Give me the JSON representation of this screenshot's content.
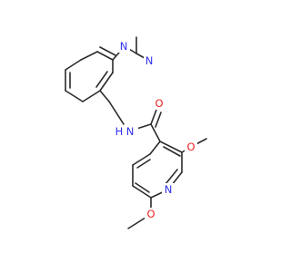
{
  "molecule": {
    "colors": {
      "bond": "#2b2b2b",
      "carbon": "#2b2b2b",
      "nitrogen": "#3030f0",
      "oxygen": "#f02020"
    },
    "atoms": {
      "n_dimethylamino": "N",
      "n_pyridine_top": "N",
      "n_amide": "N",
      "h_amide": "H",
      "o_carbonyl": "O",
      "o_methoxy_upper": "O",
      "n_pyridine_bottom": "N",
      "o_methoxy_lower": "O"
    }
  }
}
